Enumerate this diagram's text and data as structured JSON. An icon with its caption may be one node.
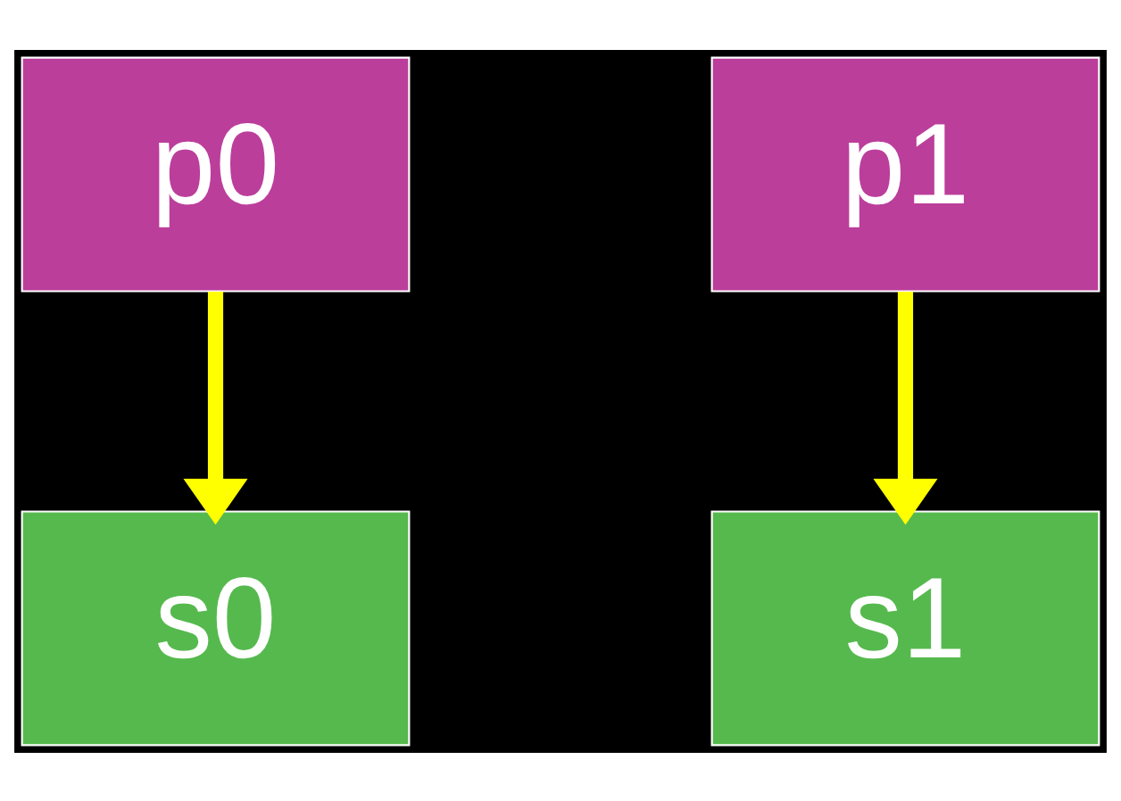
{
  "diagram": {
    "nodes": [
      {
        "text": [
          "p0"
        ]
      },
      {
        "text": [
          "p1"
        ]
      },
      {
        "text": [
          "s0"
        ]
      },
      {
        "text": [
          "s1"
        ]
      }
    ],
    "edges": [
      {
        "from": 0,
        "to": 2,
        "arrow": "to"
      },
      {
        "from": 1,
        "to": 3,
        "arrow": "to"
      }
    ]
  }
}
